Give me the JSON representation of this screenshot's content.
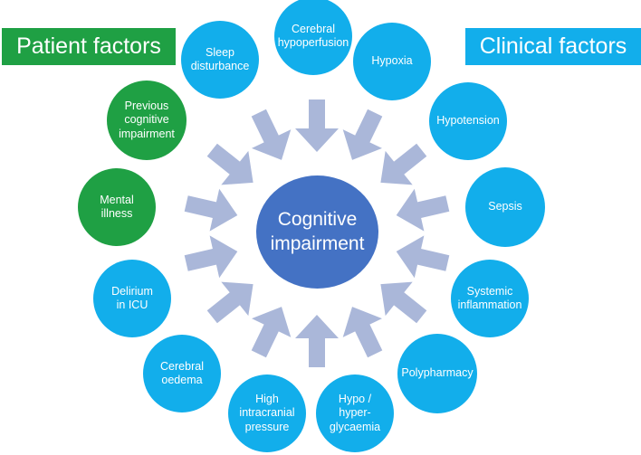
{
  "colors": {
    "patient": "#1fa044",
    "clinical": "#12aeeb",
    "center": "#4472c4",
    "arrow": "#aab7d9"
  },
  "legend": {
    "patient": "Patient factors",
    "clinical": "Clinical factors"
  },
  "center": {
    "lines": [
      "Cognitive",
      "impairment"
    ]
  },
  "factors": [
    {
      "id": "cerebral-hypoperfusion",
      "group": "clinical",
      "lines": [
        "Cerebral",
        "hypoperfusion"
      ]
    },
    {
      "id": "hypoxia",
      "group": "clinical",
      "lines": [
        "Hypoxia"
      ]
    },
    {
      "id": "hypotension",
      "group": "clinical",
      "lines": [
        "Hypotension"
      ]
    },
    {
      "id": "sepsis",
      "group": "clinical",
      "lines": [
        "Sepsis"
      ]
    },
    {
      "id": "systemic-inflammation",
      "group": "clinical",
      "lines": [
        "Systemic",
        "inflammation"
      ]
    },
    {
      "id": "polypharmacy",
      "group": "clinical",
      "lines": [
        "Polypharmacy"
      ]
    },
    {
      "id": "hypo-hyperglycaemia",
      "group": "clinical",
      "lines": [
        "Hypo /",
        "hyper-",
        "glycaemia"
      ]
    },
    {
      "id": "high-intracranial-pressure",
      "group": "clinical",
      "lines": [
        "High",
        "intracranial",
        "pressure"
      ]
    },
    {
      "id": "cerebral-oedema",
      "group": "clinical",
      "lines": [
        "Cerebral",
        "oedema"
      ]
    },
    {
      "id": "delirium-in-icu",
      "group": "clinical",
      "lines": [
        "Delirium",
        "in ICU"
      ]
    },
    {
      "id": "mental-illness",
      "group": "patient",
      "lines": [
        "Mental",
        "illness"
      ]
    },
    {
      "id": "previous-cognitive-impairment",
      "group": "patient",
      "lines": [
        "Previous",
        "cognitive",
        "impairment"
      ]
    },
    {
      "id": "sleep-disturbance",
      "group": "clinical",
      "lines": [
        "Sleep",
        "disturbance"
      ]
    }
  ]
}
